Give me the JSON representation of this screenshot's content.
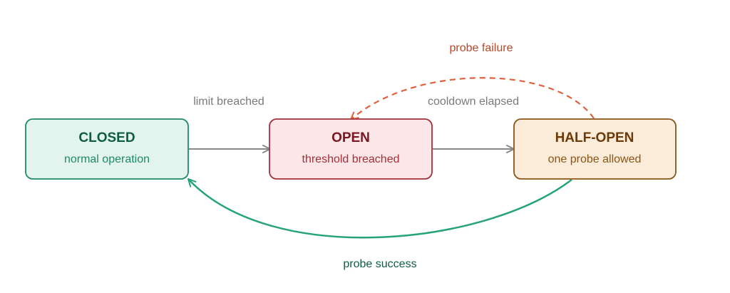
{
  "states": {
    "closed": {
      "title": "CLOSED",
      "subtitle": "normal operation"
    },
    "open": {
      "title": "OPEN",
      "subtitle": "threshold breached"
    },
    "half_open": {
      "title": "HALF-OPEN",
      "subtitle": "one probe allowed"
    }
  },
  "transitions": {
    "closed_to_open": "limit breached",
    "open_to_half_open": "cooldown elapsed",
    "half_open_to_open": "probe failure",
    "half_open_to_closed": "probe success"
  },
  "colors": {
    "closed_fill": "#e3f4ee",
    "closed_stroke": "#1e8a66",
    "closed_title": "#0d5c44",
    "closed_sub": "#1e8a66",
    "open_fill": "#fbe6e8",
    "open_stroke": "#a3303a",
    "open_title": "#7a1620",
    "open_sub": "#a3303a",
    "half_fill": "#faecd9",
    "half_stroke": "#8a5516",
    "half_title": "#6b3a08",
    "half_sub": "#8a5516",
    "neutral_arrow": "#888888",
    "neutral_label": "#7a7a7a",
    "failure": "#e0613b",
    "failure_label": "#b5482a",
    "success": "#27a37a",
    "success_label": "#0d5c44"
  }
}
